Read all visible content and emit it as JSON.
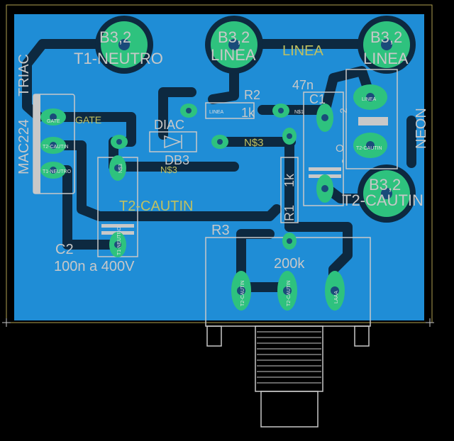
{
  "colors": {
    "background": "#000000",
    "board": "#1f8dd6",
    "trace": "#0d2940",
    "pad": "#2ec27e",
    "silk": "#c8c8c8",
    "name_text": "#c0c060",
    "via": "#1a4b7a"
  },
  "labels": {
    "mount_t1": "B3,2",
    "mount_t1_sub": "T1-NEUTRO",
    "mount_linea1": "B3,2",
    "mount_linea1_sub": "LINEA",
    "mount_linea2": "B3,2",
    "mount_linea2_sub": "LINEA",
    "mount_cautin": "B3,2",
    "mount_cautin_sub": "T2-CAUTIN",
    "linea_net": "LINEA",
    "triac_name": "MAC224",
    "triac_type": "TRIAC",
    "gate_net": "GATE",
    "diac_name": "DIAC",
    "diac_value": "DB3",
    "ns3_a": "N$3",
    "ns3_b": "N$3",
    "r2_name": "R2",
    "r2_value": "1k",
    "c1_value": "47n",
    "c1_name": "C1",
    "c1_neg": "-",
    "c1_num": "2",
    "neon": "NEON",
    "neon_o": "O",
    "r1_name": "R1",
    "r1_value": "1k",
    "t2_net": "T2-CAUTIN",
    "c2_name": "C2",
    "c2_value": "100n a 400V",
    "r3_name": "R3",
    "r3_value": "200k",
    "pad_gate": "GATE",
    "pad_t2": "T2-CAUTIN",
    "pad_t1": "T1-NEUTRO",
    "pad_linea": "LINEA",
    "pad_n1": "N$1",
    "pad_n3": "N$3",
    "pad_neon_a": "LINEA",
    "pad_neon_b": "T2-CAUTIN",
    "pad_c2": "T1-NEUTRO",
    "pad_r3_a": "T2-CAUTIN",
    "pad_r3_b": "T2-CAUTIN",
    "pad_r3_c": "LAAA"
  }
}
